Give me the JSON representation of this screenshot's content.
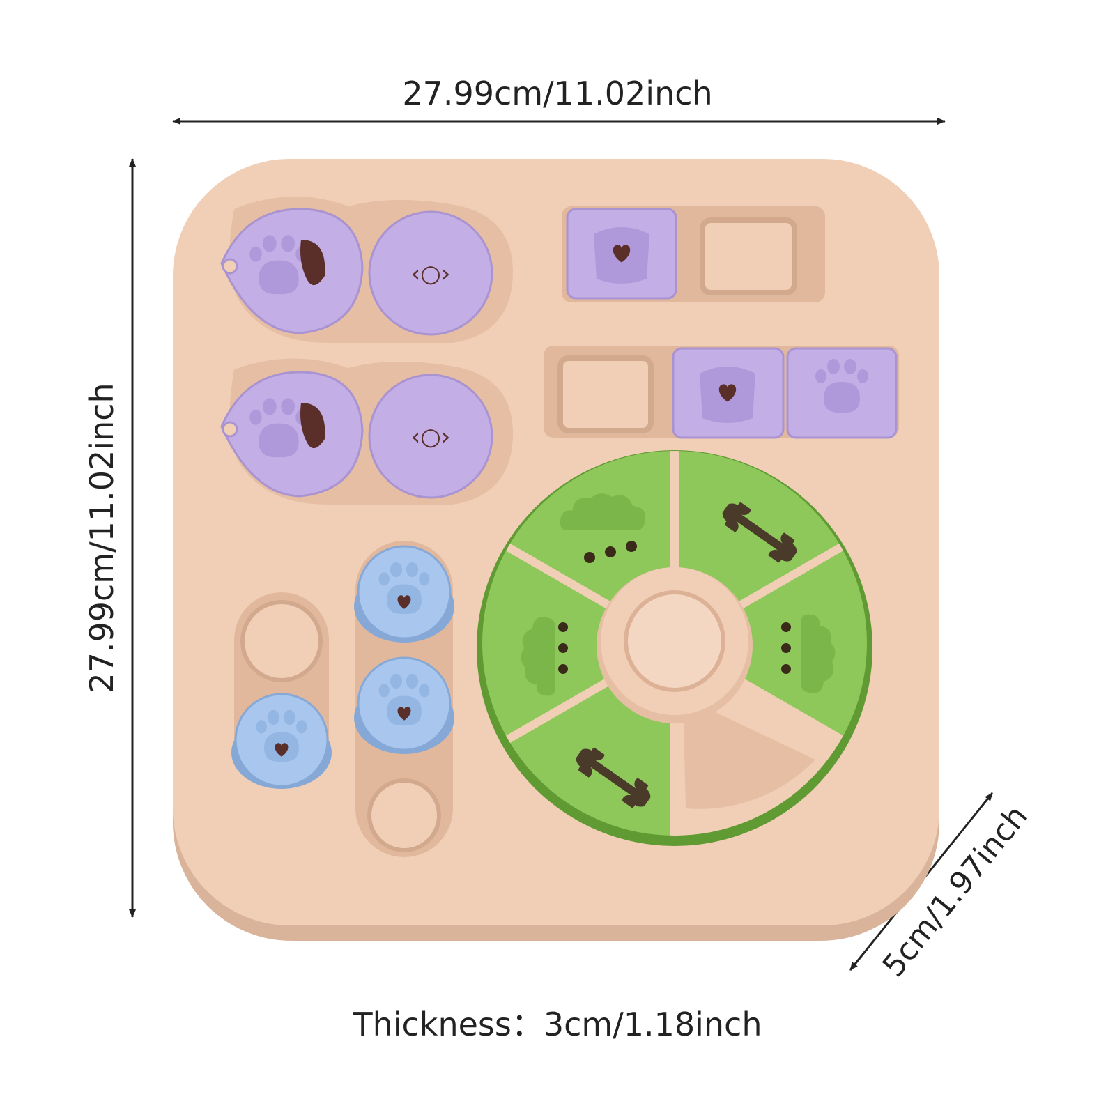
{
  "dimensions": {
    "width_label": "27.99cm/11.02inch",
    "height_label": "27.99cm/11.02inch",
    "depth_label": "5cm/1.97inch",
    "thickness_label": "Thickness：3cm/1.18inch"
  },
  "colors": {
    "board": "#f1cfb7",
    "board_shadow": "#d9b49b",
    "purple": "#c4aee6",
    "purple_dark": "#a993d1",
    "green": "#8fc85a",
    "green_dark": "#6aa33c",
    "blue": "#a9c7ee",
    "blue_dark": "#86a8d6",
    "hole": "#5a2f2a"
  },
  "icons": [
    "paw-icon",
    "heart-icon",
    "bone-icon",
    "cloud-icon",
    "double-arrow-icon"
  ]
}
